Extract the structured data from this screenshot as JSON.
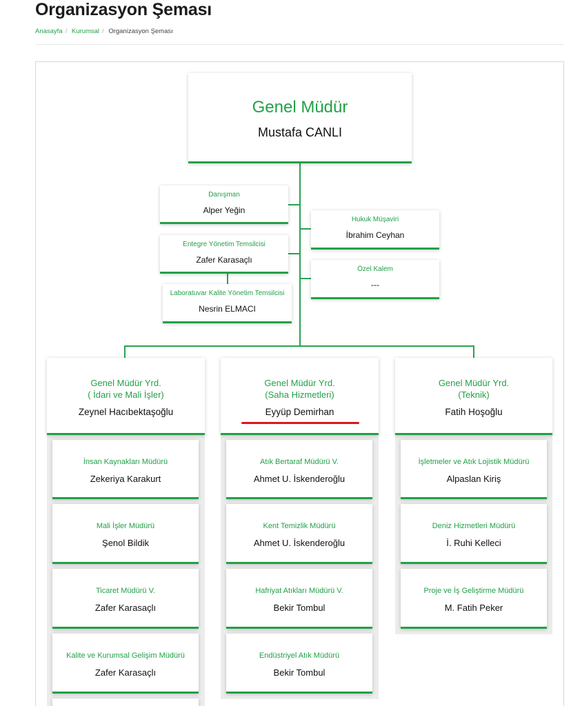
{
  "page": {
    "title": "Organizasyon Şeması",
    "breadcrumb": [
      "Anasayfa",
      "Kurumsal",
      "Organizasyon Şeması"
    ]
  },
  "colors": {
    "accent": "#22a048",
    "highlight": "#e0141e"
  },
  "general_manager": {
    "role": "Genel Müdür",
    "name": "Mustafa CANLI"
  },
  "staff_left": [
    {
      "role": "Danışman",
      "name": "Alper Yeğin"
    },
    {
      "role": "Entegre Yönetim Temsilcisi",
      "name": "Zafer Karasaçlı"
    },
    {
      "role": "Laboratuvar Kalite Yönetim Temsilcisi",
      "name": "Nesrin ELMACI"
    }
  ],
  "staff_right": [
    {
      "role": "Hukuk Müşaviri",
      "name": "İbrahim Ceyhan"
    },
    {
      "role": "Özel Kalem",
      "name": "---"
    }
  ],
  "deputies": [
    {
      "role_line1": "Genel Müdür Yrd.",
      "role_line2": "( İdari ve Mali İşler)",
      "name": "Zeynel Hacıbektaşoğlu",
      "units": [
        {
          "role": "İnsan Kaynakları Müdürü",
          "name": "Zekeriya Karakurt"
        },
        {
          "role": "Mali İşler Müdürü",
          "name": "Şenol Bildik"
        },
        {
          "role": "Ticaret Müdürü V.",
          "name": "Zafer Karasaçlı"
        },
        {
          "role": "Kalite ve Kurumsal Gelişim Müdürü",
          "name": "Zafer Karasaçlı"
        }
      ]
    },
    {
      "role_line1": "Genel Müdür Yrd.",
      "role_line2": "(Saha Hizmetleri)",
      "name": "Eyyüp Demirhan",
      "units": [
        {
          "role": "Atık Bertaraf Müdürü V.",
          "name": "Ahmet U. İskenderoğlu"
        },
        {
          "role": "Kent Temizlik Müdürü",
          "name": "Ahmet U. İskenderoğlu"
        },
        {
          "role": "Hafriyat Atıkları Müdürü V.",
          "name": "Bekir Tombul"
        },
        {
          "role": "Endüstriyel Atık Müdürü",
          "name": "Bekir Tombul"
        }
      ]
    },
    {
      "role_line1": "Genel Müdür Yrd.",
      "role_line2": "(Teknik)",
      "name": "Fatih Hoşoğlu",
      "units": [
        {
          "role": "İşletmeler ve Atık Lojistik Müdürü",
          "name": "Alpaslan Kiriş"
        },
        {
          "role": "Deniz Hizmetleri Müdürü",
          "name": "İ. Ruhi Kelleci"
        },
        {
          "role": "Proje ve İş Geliştirme Müdürü",
          "name": "M. Fatih Peker"
        }
      ]
    }
  ]
}
